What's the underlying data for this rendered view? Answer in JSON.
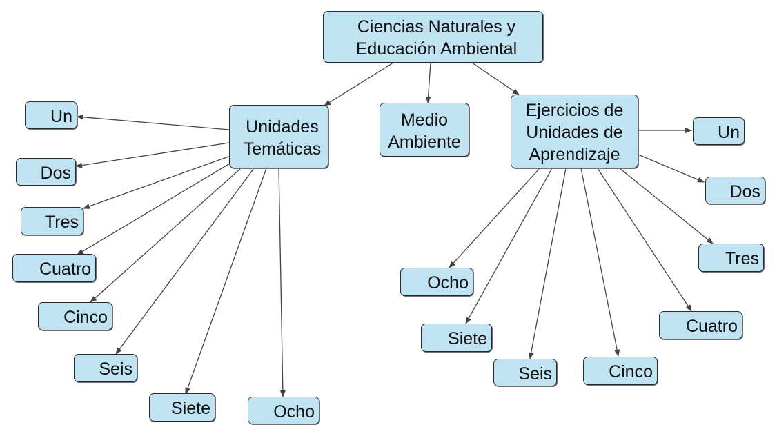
{
  "diagram": {
    "colors": {
      "node_fill": "#bfe3f3",
      "node_border": "#2a2a2a",
      "edge": "#444444"
    },
    "nodes": {
      "root": "Ciencias Naturales y\nEducación Ambiental",
      "unidades": "Unidades\nTemáticas",
      "medio": "Medio\nAmbiente",
      "ejercicios": "Ejercicios de\nUnidades de\nAprendizaje",
      "left_un": "Un",
      "left_dos": "Dos",
      "left_tres": "Tres",
      "left_cuatro": "Cuatro",
      "left_cinco": "Cinco",
      "left_seis": "Seis",
      "left_siete": "Siete",
      "left_ocho": "Ocho",
      "right_un": "Un",
      "right_dos": "Dos",
      "right_tres": "Tres",
      "right_cuatro": "Cuatro",
      "right_cinco": "Cinco",
      "right_seis": "Seis",
      "right_siete": "Siete",
      "right_ocho": "Ocho"
    },
    "edges": [
      [
        "root",
        "unidades"
      ],
      [
        "root",
        "medio"
      ],
      [
        "root",
        "ejercicios"
      ],
      [
        "unidades",
        "left_un"
      ],
      [
        "unidades",
        "left_dos"
      ],
      [
        "unidades",
        "left_tres"
      ],
      [
        "unidades",
        "left_cuatro"
      ],
      [
        "unidades",
        "left_cinco"
      ],
      [
        "unidades",
        "left_seis"
      ],
      [
        "unidades",
        "left_siete"
      ],
      [
        "unidades",
        "left_ocho"
      ],
      [
        "ejercicios",
        "right_un"
      ],
      [
        "ejercicios",
        "right_dos"
      ],
      [
        "ejercicios",
        "right_tres"
      ],
      [
        "ejercicios",
        "right_cuatro"
      ],
      [
        "ejercicios",
        "right_cinco"
      ],
      [
        "ejercicios",
        "right_seis"
      ],
      [
        "ejercicios",
        "right_siete"
      ],
      [
        "ejercicios",
        "right_ocho"
      ]
    ]
  }
}
